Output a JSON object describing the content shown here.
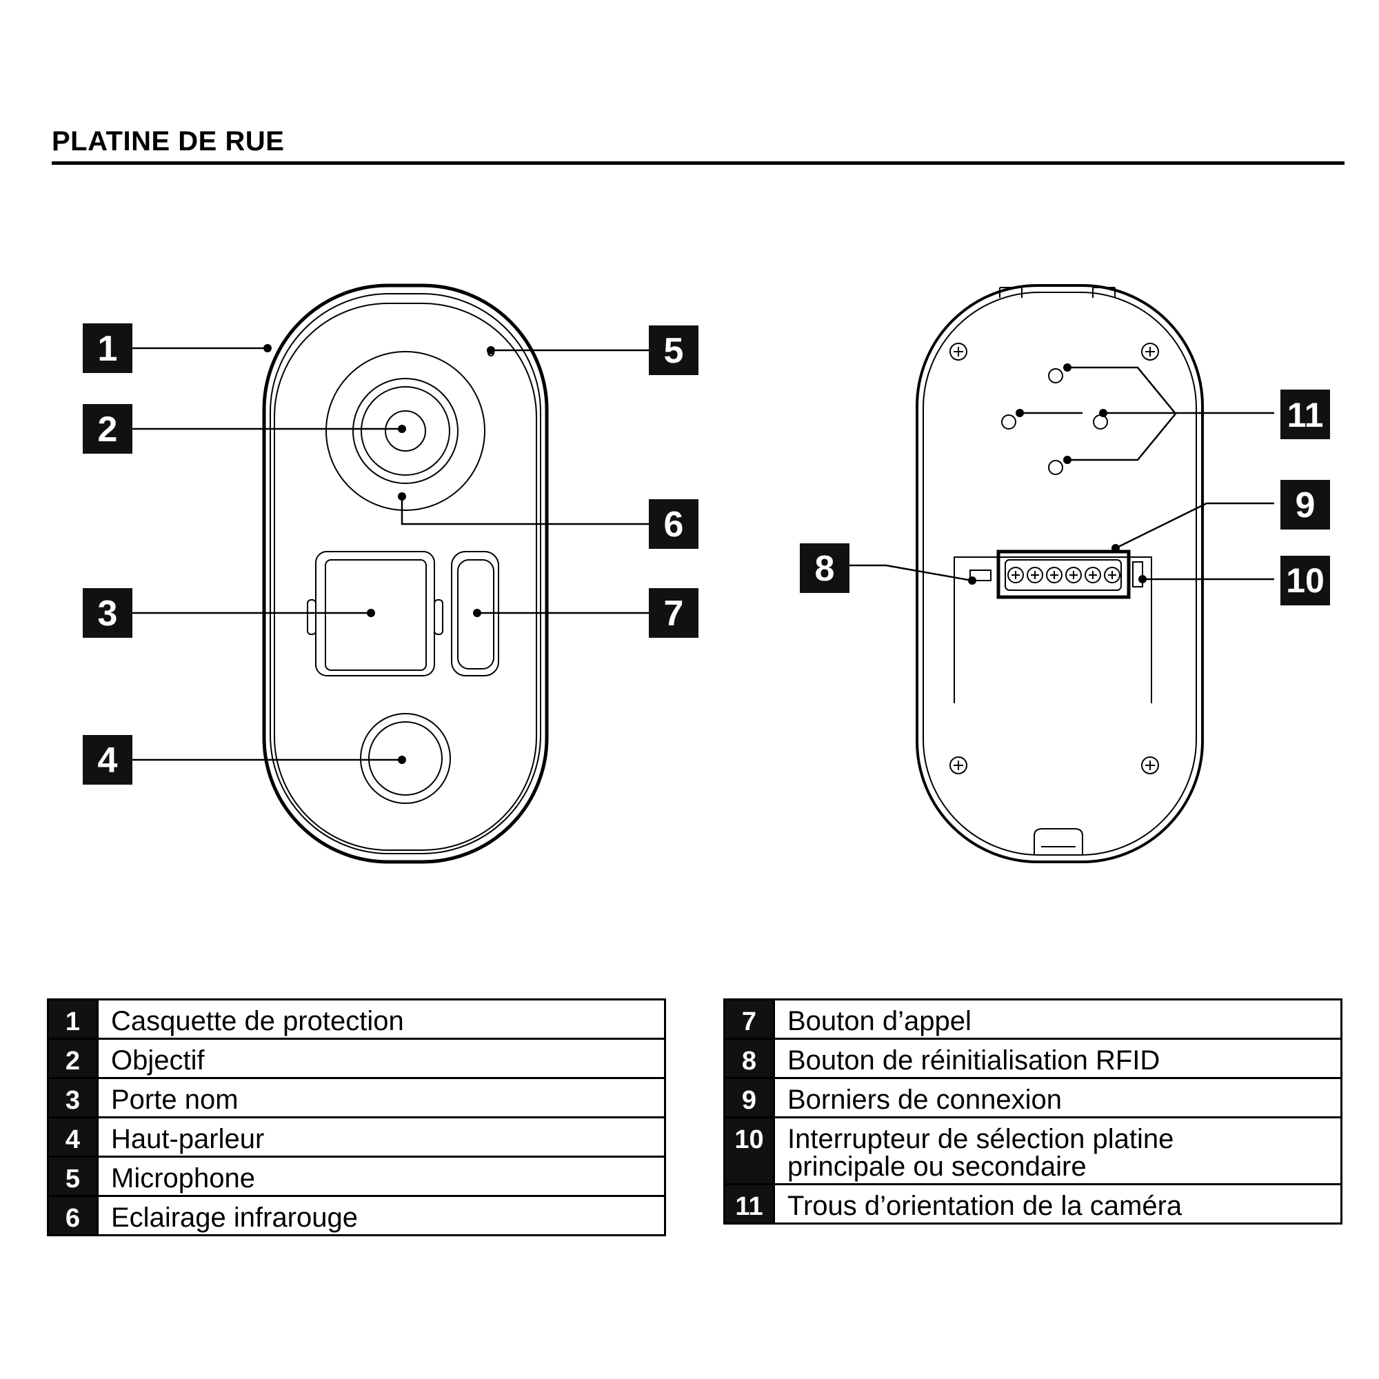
{
  "title": "PLATINE DE RUE",
  "callouts": [
    "1",
    "2",
    "3",
    "4",
    "5",
    "6",
    "7",
    "8",
    "9",
    "10",
    "11"
  ],
  "legend_left": [
    {
      "num": "1",
      "label": "Casquette de protection"
    },
    {
      "num": "2",
      "label": "Objectif"
    },
    {
      "num": "3",
      "label": "Porte nom"
    },
    {
      "num": "4",
      "label": "Haut-parleur"
    },
    {
      "num": "5",
      "label": "Microphone"
    },
    {
      "num": "6",
      "label": "Eclairage infrarouge"
    }
  ],
  "legend_right": [
    {
      "num": "7",
      "label": "Bouton d’appel"
    },
    {
      "num": "8",
      "label": "Bouton de réinitialisation RFID"
    },
    {
      "num": "9",
      "label": "Borniers de connexion"
    },
    {
      "num": "10",
      "label": "Interrupteur de sélection platine principale ou secondaire"
    },
    {
      "num": "11",
      "label": "Trous d’orientation de la caméra"
    }
  ]
}
